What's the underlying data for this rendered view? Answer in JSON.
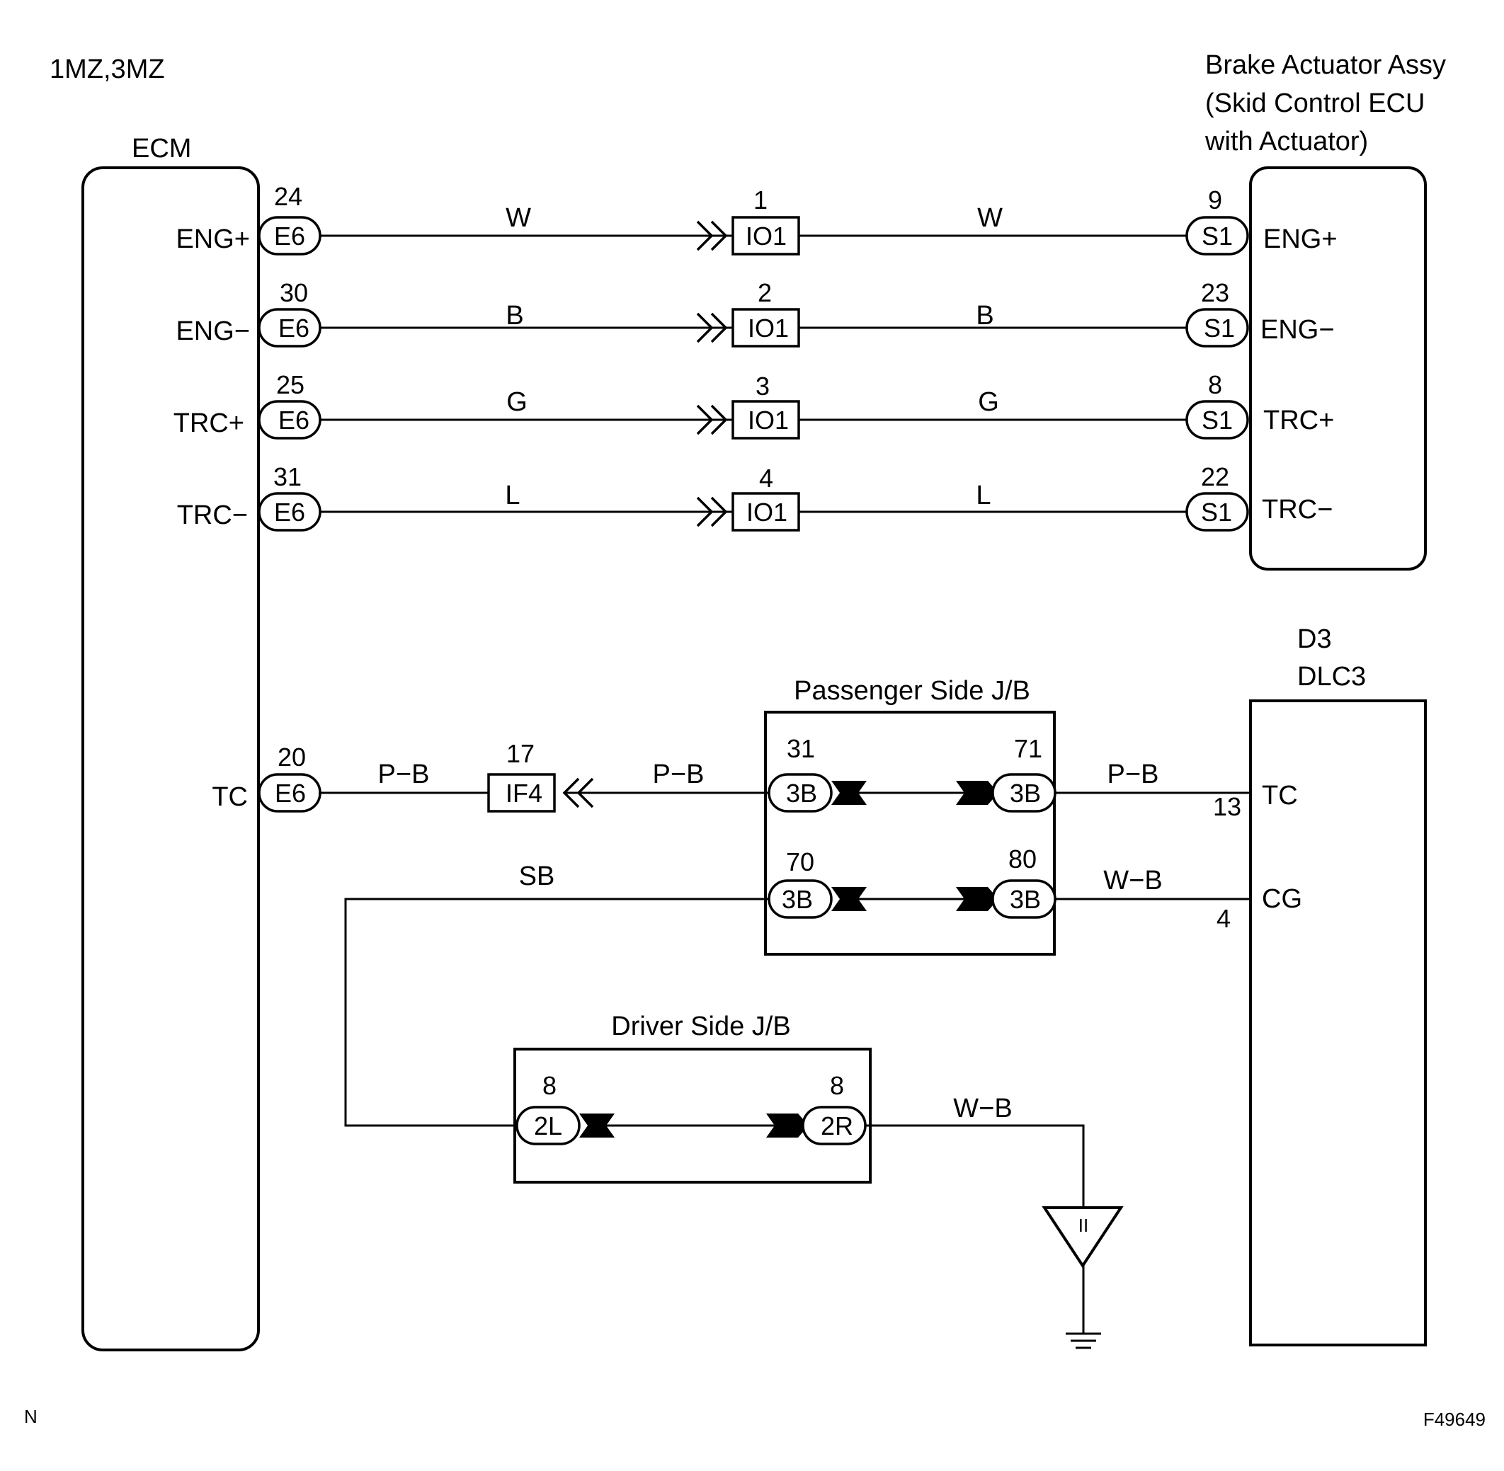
{
  "engine_label": "1MZ,3MZ",
  "figure_code": "F49649",
  "corner_mark": "N",
  "ecm": {
    "title": "ECM",
    "pins": [
      {
        "terminal": "ENG+",
        "pin": "24",
        "connector": "E6"
      },
      {
        "terminal": "ENG−",
        "pin": "30",
        "connector": "E6"
      },
      {
        "terminal": "TRC+",
        "pin": "25",
        "connector": "E6"
      },
      {
        "terminal": "TRC−",
        "pin": "31",
        "connector": "E6"
      },
      {
        "terminal": "TC",
        "pin": "20",
        "connector": "E6"
      }
    ]
  },
  "brake_actuator": {
    "title_lines": [
      "Brake Actuator Assy",
      "(Skid Control ECU",
      "with Actuator)"
    ],
    "pins": [
      {
        "terminal": "ENG+",
        "pin": "9",
        "connector": "S1"
      },
      {
        "terminal": "ENG−",
        "pin": "23",
        "connector": "S1"
      },
      {
        "terminal": "TRC+",
        "pin": "8",
        "connector": "S1"
      },
      {
        "terminal": "TRC−",
        "pin": "22",
        "connector": "S1"
      }
    ]
  },
  "signal_wires": [
    {
      "color_left": "W",
      "color_right": "W",
      "junction_pin": "1",
      "junction_connector": "IO1"
    },
    {
      "color_left": "B",
      "color_right": "B",
      "junction_pin": "2",
      "junction_connector": "IO1"
    },
    {
      "color_left": "G",
      "color_right": "G",
      "junction_pin": "3",
      "junction_connector": "IO1"
    },
    {
      "color_left": "L",
      "color_right": "L",
      "junction_pin": "4",
      "junction_connector": "IO1"
    }
  ],
  "tc_line": {
    "color_left": "P−B",
    "color_mid": "P−B",
    "color_right": "P−B",
    "junction_pin": "17",
    "junction_connector": "IF4"
  },
  "passenger_jb": {
    "title": "Passenger Side J/B",
    "rows": [
      {
        "left_pin": "31",
        "left_connector": "3B",
        "right_pin": "71",
        "right_connector": "3B"
      },
      {
        "left_pin": "70",
        "left_connector": "3B",
        "right_pin": "80",
        "right_connector": "3B"
      }
    ]
  },
  "cg_line": {
    "color_left": "SB",
    "color_right": "W−B"
  },
  "dlc3": {
    "title_lines": [
      "D3",
      "DLC3"
    ],
    "pins": [
      {
        "terminal": "TC",
        "pin": "13"
      },
      {
        "terminal": "CG",
        "pin": "4"
      }
    ]
  },
  "driver_jb": {
    "title": "Driver Side J/B",
    "left_pin": "8",
    "left_connector": "2L",
    "right_pin": "8",
    "right_connector": "2R"
  },
  "ground": {
    "wire_color": "W−B",
    "point_label": "II"
  }
}
